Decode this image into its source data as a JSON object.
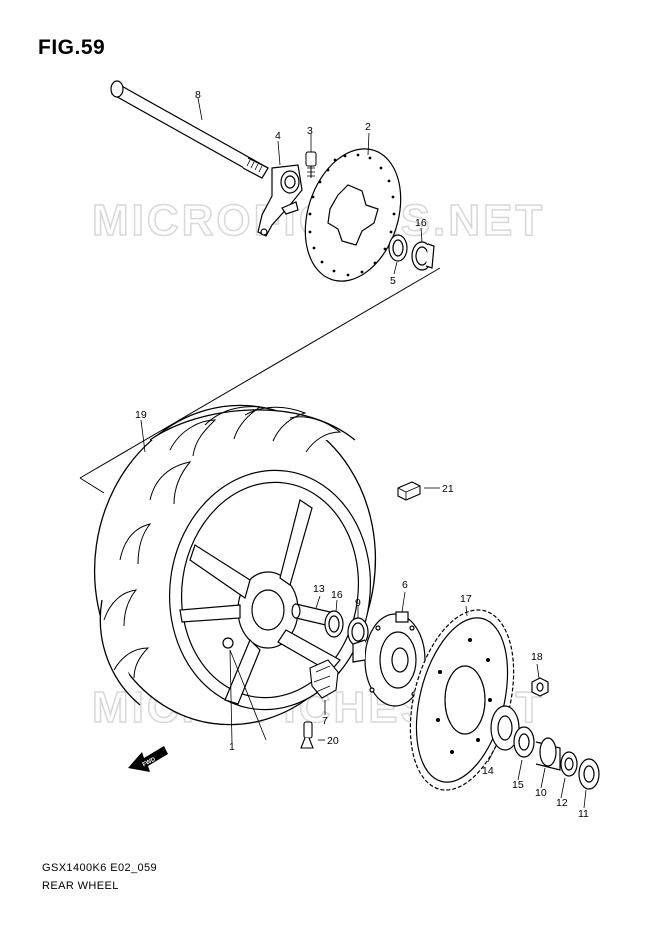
{
  "figure": {
    "title": "FIG.59"
  },
  "footer": {
    "model_code": "GSX1400K6 E02_059",
    "part_name": "REAR WHEEL"
  },
  "watermark": "MICROFICHES.NET",
  "direction_arrow": {
    "label": "FWD",
    "icon": "forward-arrow-icon"
  },
  "callouts": [
    {
      "id": "c1",
      "label": "1"
    },
    {
      "id": "c2",
      "label": "2"
    },
    {
      "id": "c3",
      "label": "3"
    },
    {
      "id": "c4",
      "label": "4"
    },
    {
      "id": "c5",
      "label": "5"
    },
    {
      "id": "c6",
      "label": "6"
    },
    {
      "id": "c7",
      "label": "7"
    },
    {
      "id": "c8",
      "label": "8"
    },
    {
      "id": "c9",
      "label": "9"
    },
    {
      "id": "c10",
      "label": "10"
    },
    {
      "id": "c11",
      "label": "11"
    },
    {
      "id": "c12",
      "label": "12"
    },
    {
      "id": "c13",
      "label": "13"
    },
    {
      "id": "c14",
      "label": "14"
    },
    {
      "id": "c15",
      "label": "15"
    },
    {
      "id": "c16a",
      "label": "16"
    },
    {
      "id": "c16b",
      "label": "16"
    },
    {
      "id": "c17",
      "label": "17"
    },
    {
      "id": "c18",
      "label": "18"
    },
    {
      "id": "c19",
      "label": "19"
    },
    {
      "id": "c20",
      "label": "20"
    },
    {
      "id": "c21",
      "label": "21"
    }
  ]
}
